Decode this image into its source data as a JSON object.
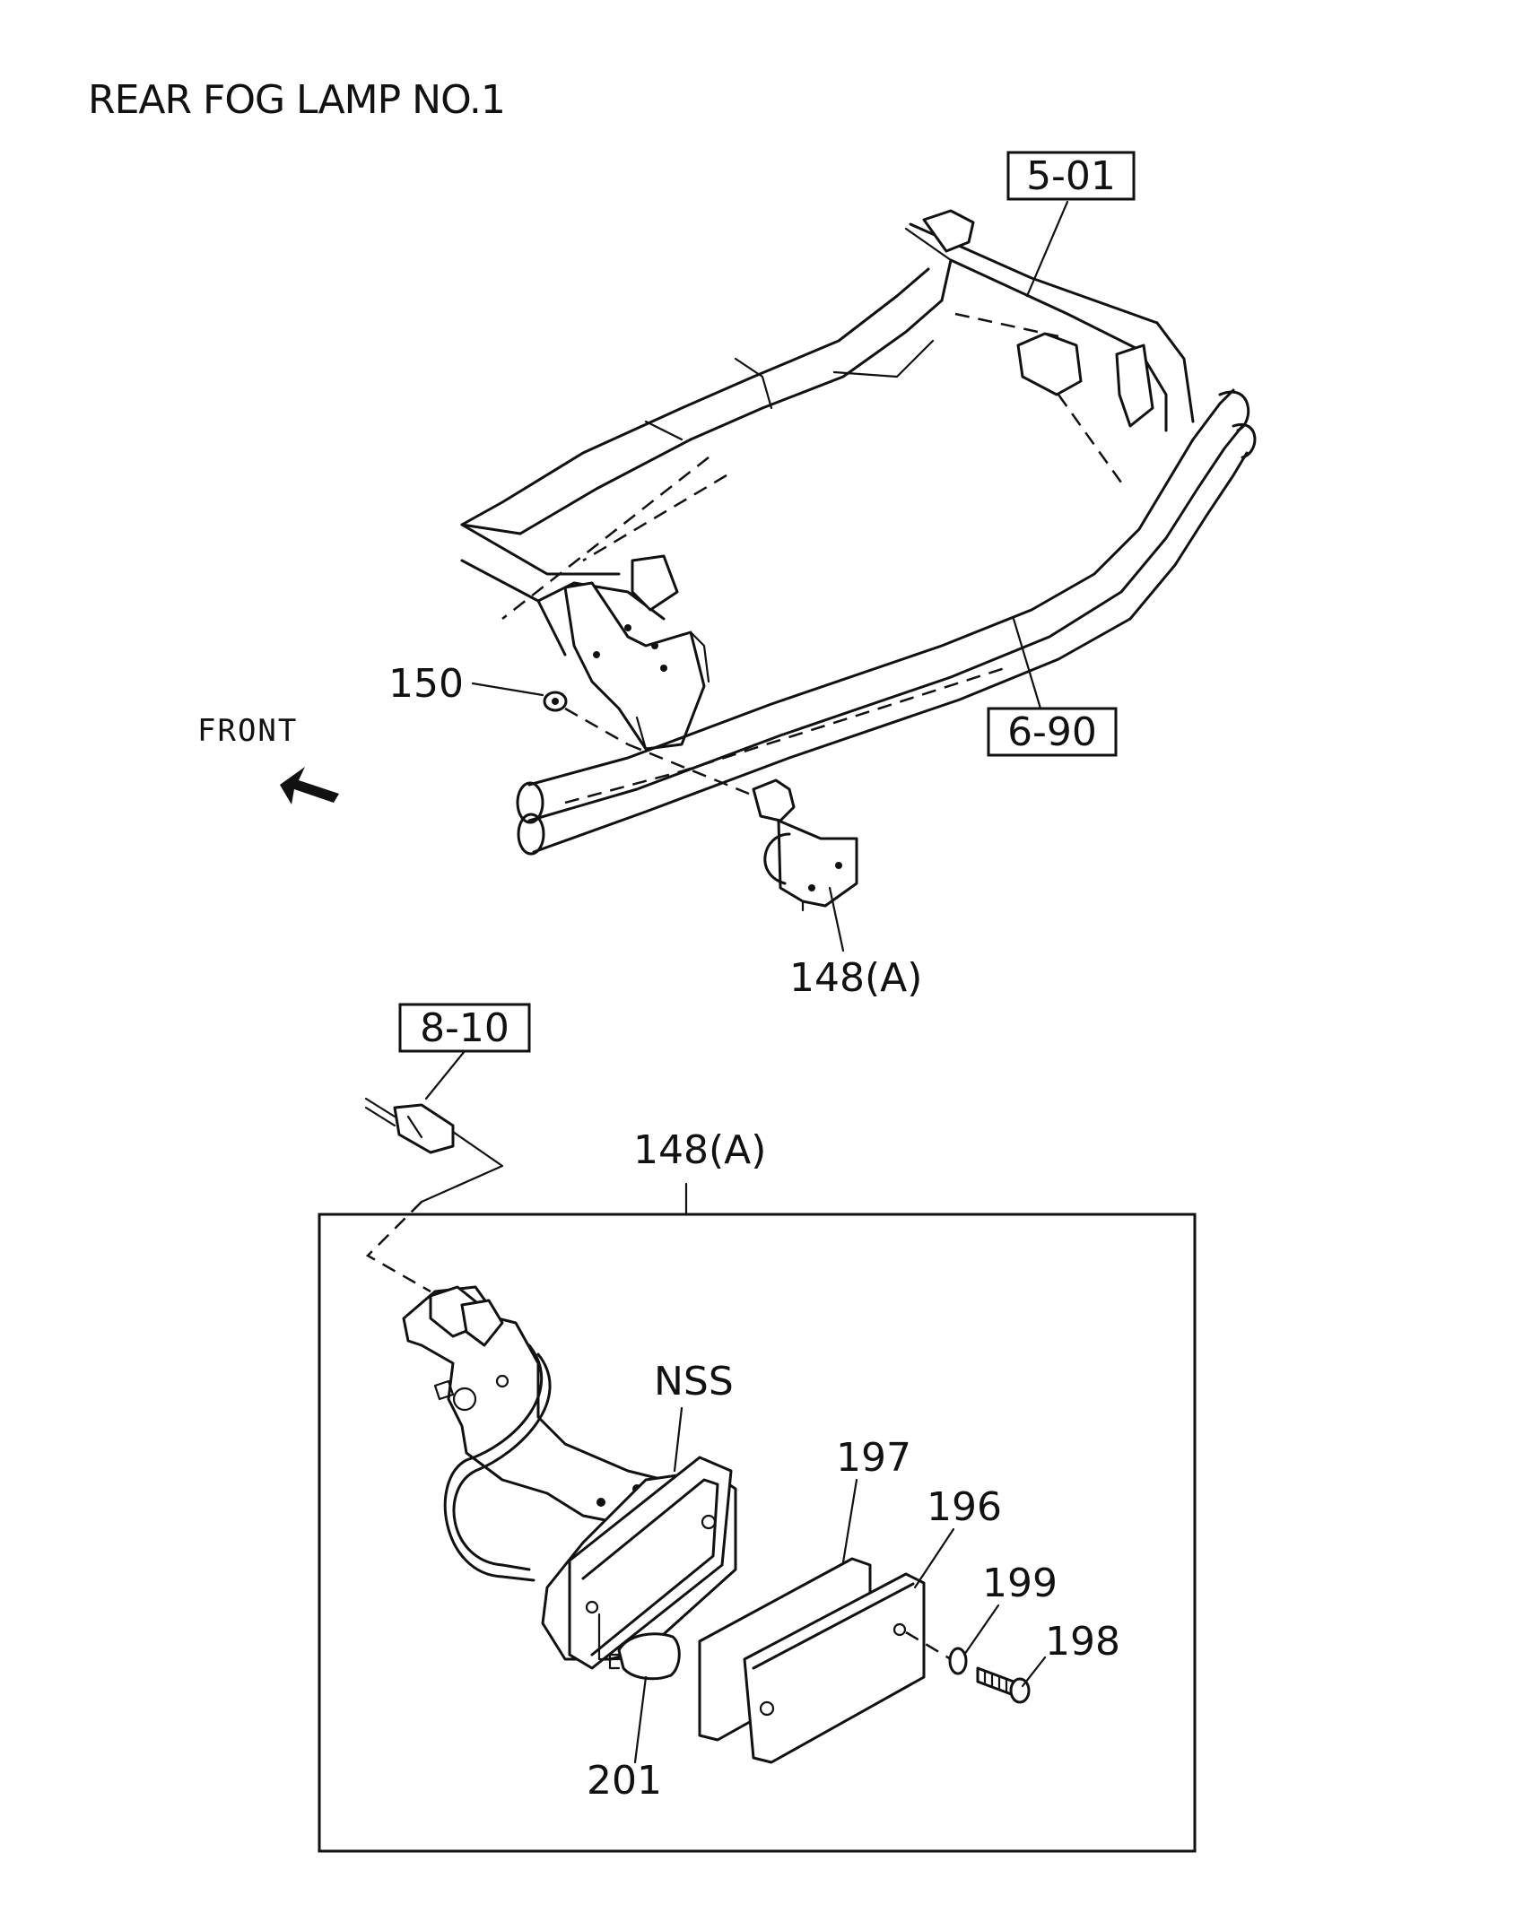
{
  "title": "REAR FOG LAMP NO.1",
  "front_label": "FRONT",
  "refs": {
    "ref_frame_crossmember": "5-01",
    "ref_bumper": "6-90",
    "ref_harness": "8-10"
  },
  "callouts": {
    "nut": "150",
    "lamp_assembly_top": "148(A)",
    "lamp_assembly_detail": "148(A)",
    "housing": "NSS",
    "gasket": "197",
    "lens": "196",
    "washer": "199",
    "screw": "198",
    "bulb": "201"
  }
}
